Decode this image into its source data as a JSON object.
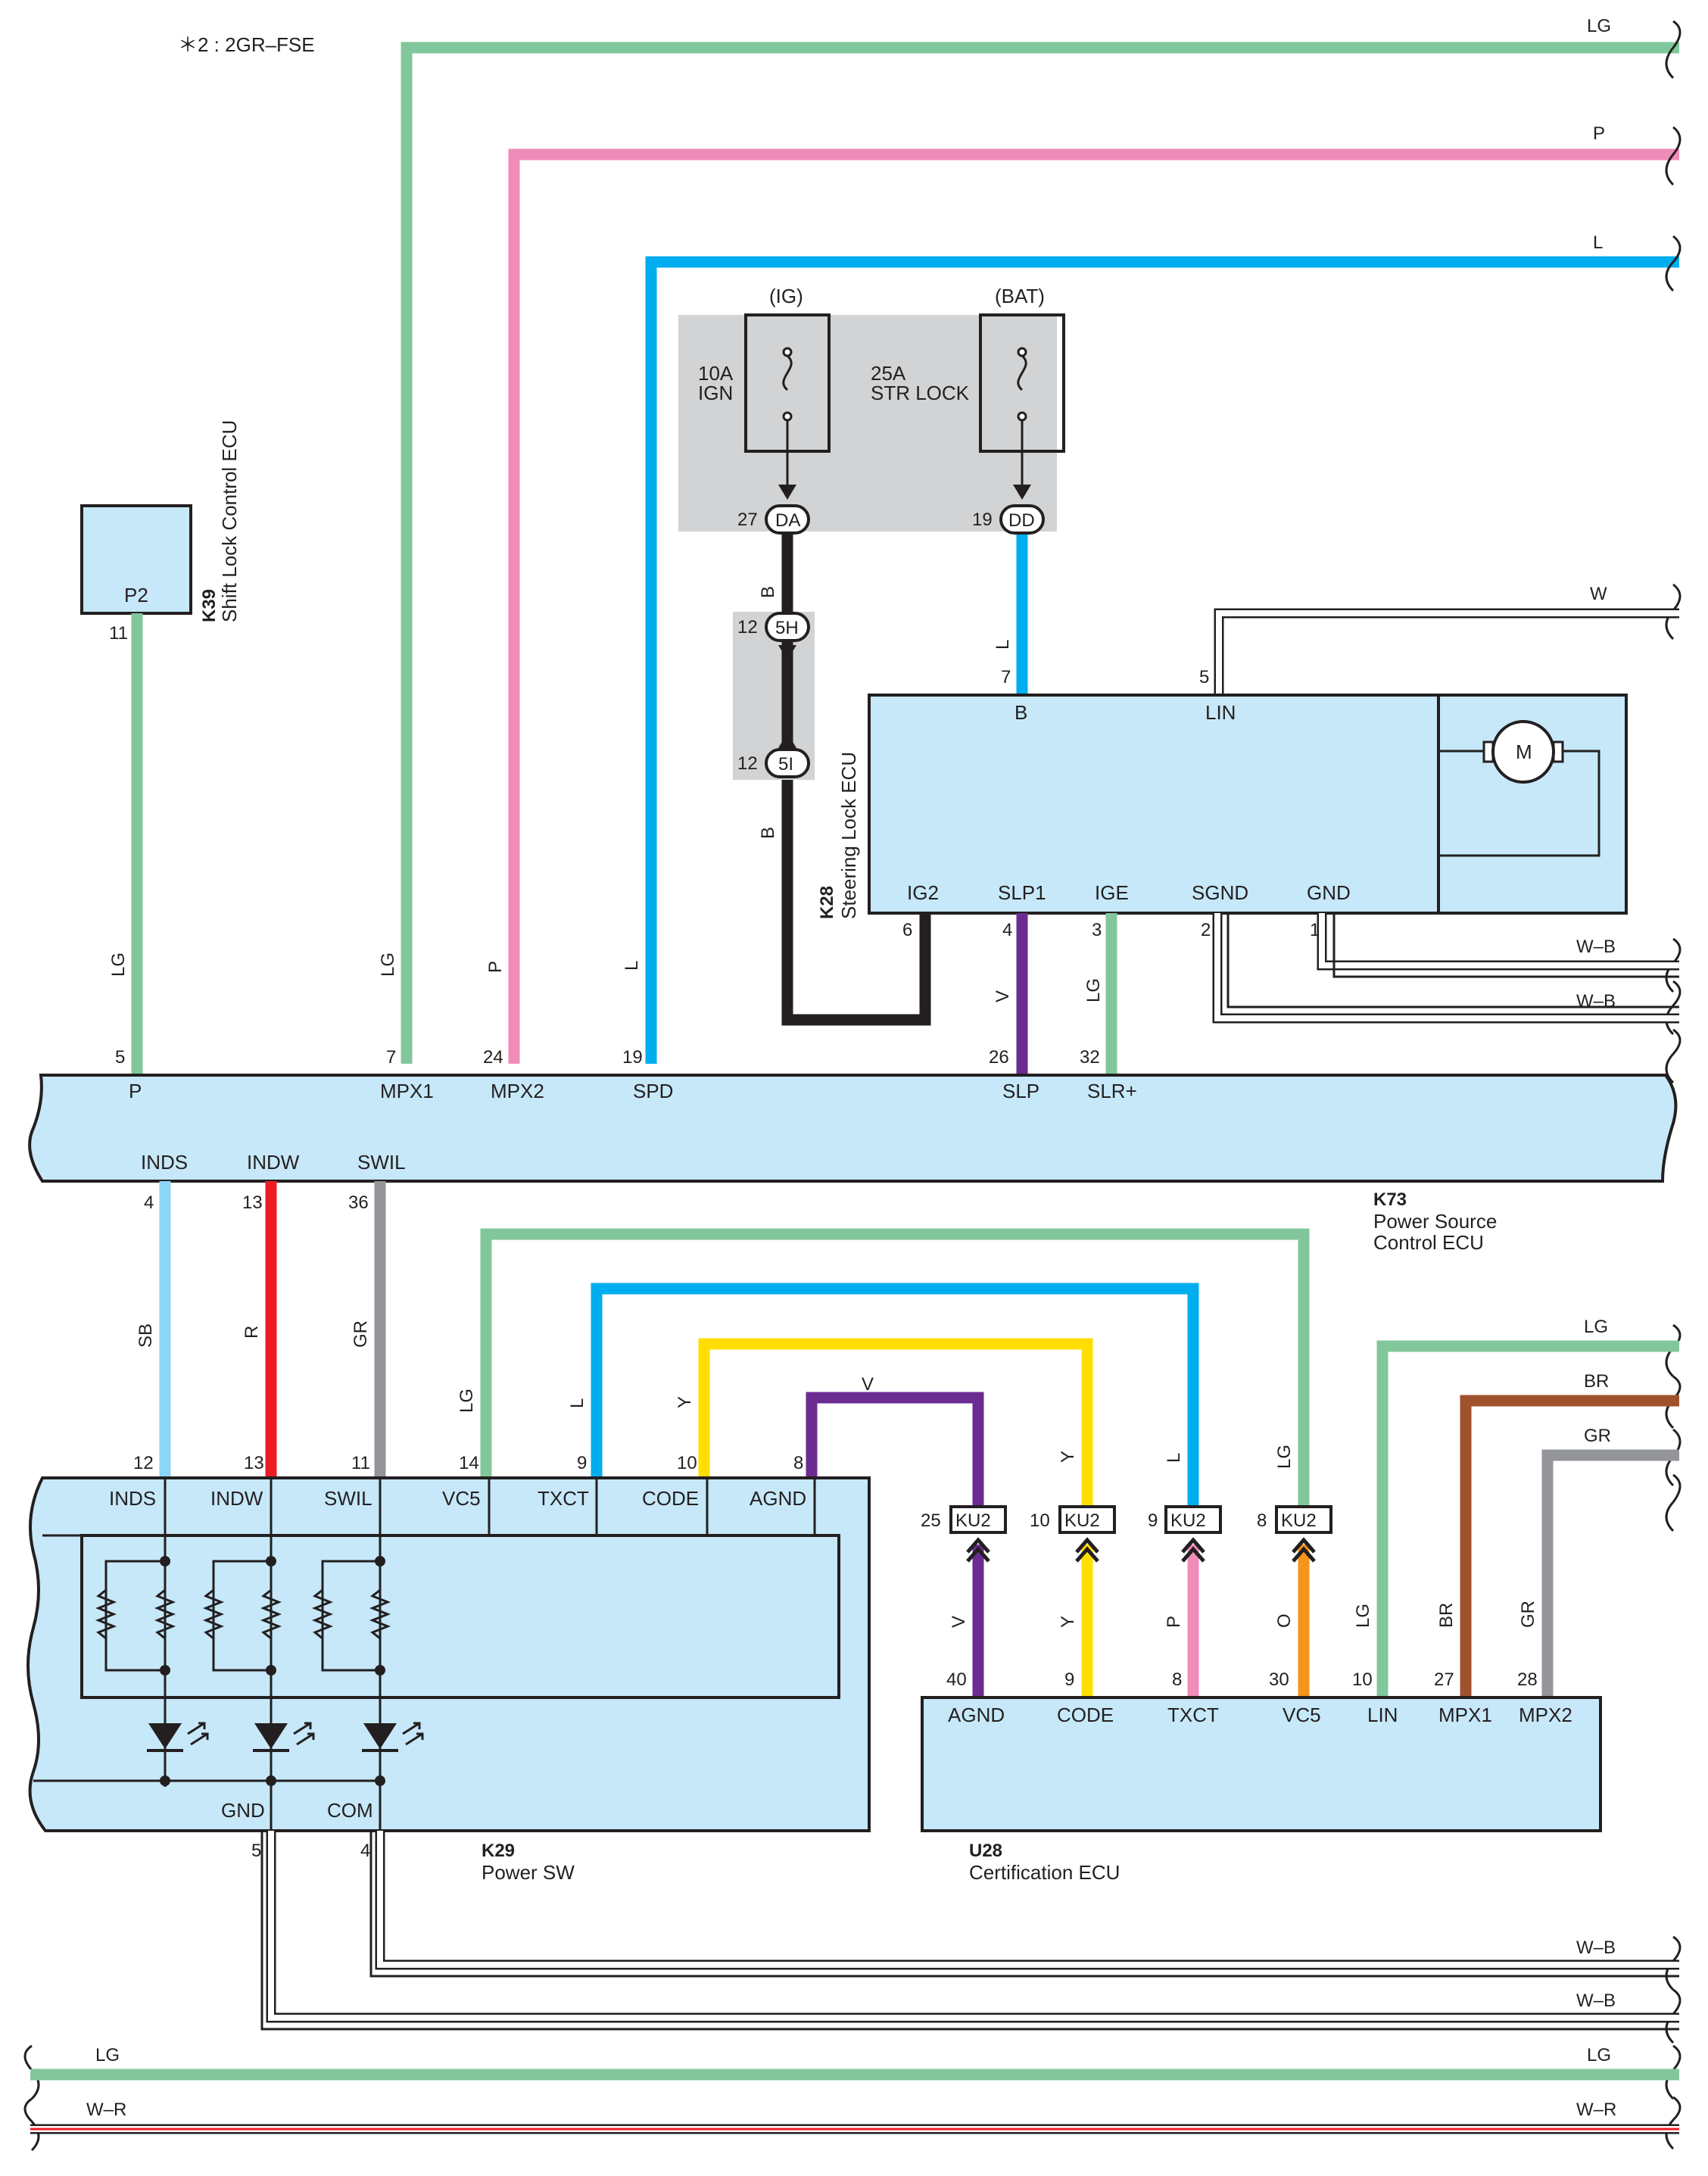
{
  "note": "＊2 : 2GR–FSE",
  "colors": {
    "LG": "#82c79b",
    "P": "#f08cb8",
    "L": "#00aeef",
    "B": "#231f20",
    "V": "#6a2c91",
    "SB": "#8dd5f5",
    "R": "#ed1c24",
    "GR": "#939598",
    "Y": "#ffde00",
    "O": "#f7941d",
    "BR": "#a0522d",
    "W": "#ffffff",
    "box": "#c6e8f8",
    "fuse_bg": "#d1d3d4"
  },
  "components": {
    "k39": {
      "id": "K39",
      "name": "Shift Lock Control ECU",
      "pin": "P2",
      "pin_no": "11"
    },
    "k28": {
      "id": "K28",
      "name": "Steering Lock ECU",
      "motor": "M",
      "terminals": {
        "b": "B",
        "lin": "LIN",
        "ig2": "IG2",
        "slp1": "SLP1",
        "ige": "IGE",
        "sgnd": "SGND",
        "gnd": "GND"
      },
      "pins": {
        "b": "7",
        "lin": "5",
        "ig2": "6",
        "slp1": "4",
        "ige": "3",
        "sgnd": "2",
        "gnd": "1"
      }
    },
    "k73": {
      "id": "K73",
      "name_line1": "Power Source",
      "name_line2": "Control ECU",
      "terminals": {
        "p": "P",
        "mpx1": "MPX1",
        "mpx2": "MPX2",
        "spd": "SPD",
        "slp": "SLP",
        "slr": "SLR+",
        "inds": "INDS",
        "indw": "INDW",
        "swil": "SWIL"
      },
      "pins": {
        "p": "5",
        "mpx1": "7",
        "mpx2": "24",
        "spd": "19",
        "slp": "26",
        "slr": "32",
        "inds": "4",
        "indw": "13",
        "swil": "36"
      }
    },
    "k29": {
      "id": "K29",
      "name": "Power SW",
      "terminals": {
        "inds": "INDS",
        "indw": "INDW",
        "swil": "SWIL",
        "vc5": "VC5",
        "txct": "TXCT",
        "code": "CODE",
        "agnd": "AGND",
        "gnd": "GND",
        "com": "COM"
      },
      "pins": {
        "inds": "12",
        "indw": "13",
        "swil": "11",
        "vc5": "14",
        "txct": "9",
        "code": "10",
        "agnd": "8",
        "gnd": "5",
        "com": "4"
      }
    },
    "u28": {
      "id": "U28",
      "name": "Certification ECU",
      "terminals": {
        "agnd": "AGND",
        "code": "CODE",
        "txct": "TXCT",
        "vc5": "VC5",
        "lin": "LIN",
        "mpx1": "MPX1",
        "mpx2": "MPX2"
      },
      "pins": {
        "agnd": "40",
        "code": "9",
        "txct": "8",
        "vc5": "30",
        "lin": "10",
        "mpx1": "27",
        "mpx2": "28"
      }
    }
  },
  "fuses": {
    "ig": {
      "source": "(IG)",
      "rating": "10A",
      "name": "IGN"
    },
    "bat": {
      "source": "(BAT)",
      "rating": "25A",
      "name": "STR LOCK"
    }
  },
  "connectors": {
    "da": {
      "code": "DA",
      "pin": "27"
    },
    "dd": {
      "code": "DD",
      "pin": "19"
    },
    "c5h": {
      "code": "5H",
      "pin": "12"
    },
    "c5i": {
      "code": "5I",
      "pin": "12"
    },
    "ku2_agnd": {
      "code": "KU2",
      "pin": "25"
    },
    "ku2_code": {
      "code": "KU2",
      "pin": "10"
    },
    "ku2_txct": {
      "code": "KU2",
      "pin": "9"
    },
    "ku2_vc5": {
      "code": "KU2",
      "pin": "8"
    }
  },
  "wire_colors": {
    "top_lg": "LG",
    "top_p": "P",
    "top_l": "L",
    "top_w": "W",
    "gnd1": "W–B",
    "gnd2": "W–B",
    "k39": "LG",
    "mpx1": "LG",
    "mpx2": "P",
    "spd": "L",
    "fuse_b1": "B",
    "fuse_b2": "B",
    "dd_l": "L",
    "slp": "V",
    "slr": "LG",
    "inds": "SB",
    "indw": "R",
    "swil": "GR",
    "vc5": "LG",
    "txct": "L",
    "code": "Y",
    "agnd": "V",
    "ku_agnd_top": "V",
    "ku_code_top": "Y",
    "ku_txct_top": "L",
    "ku_vc5_top": "LG",
    "ku_agnd_bot": "V",
    "ku_code_bot": "Y",
    "ku_txct_bot": "P",
    "ku_vc5_bot": "O",
    "lin_v": "LG",
    "mpx1_v": "BR",
    "mpx2_v": "GR",
    "r_lg": "LG",
    "r_br": "BR",
    "r_gr": "GR",
    "bot_wb1": "W–B",
    "bot_wb2": "W–B",
    "bot_lg_l": "LG",
    "bot_lg_r": "LG",
    "bot_wr_l": "W–R",
    "bot_wr_r": "W–R"
  }
}
